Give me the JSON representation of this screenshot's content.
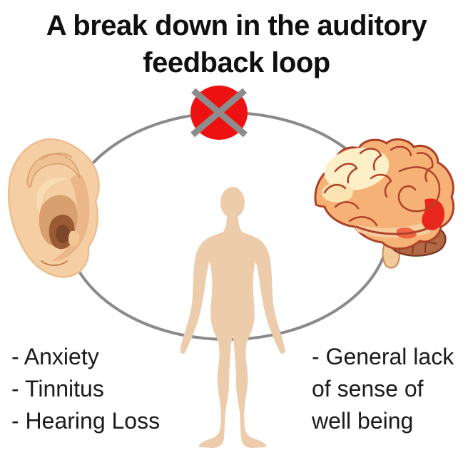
{
  "title": {
    "line1": "A break down in the auditory",
    "line2": "feedback loop"
  },
  "left_list": {
    "items": [
      "- Anxiety",
      "- Tinnitus",
      "- Hearing Loss"
    ]
  },
  "right_text": {
    "lines": [
      "- General lack",
      "of sense of",
      "well being"
    ]
  },
  "icons": {
    "break_symbol": "no-entry-x-icon",
    "ear": "ear-illustration",
    "brain": "brain-illustration",
    "person": "person-silhouette"
  },
  "palette": {
    "break_red": "#ee1111",
    "cross_gray": "#8c8c8c",
    "loop_gray": "#8a8a8a",
    "skin": "#ecccaa",
    "brain_orange": "#f6b177",
    "ear_skin": "#f5cfa3",
    "text_black": "#1b1b1b"
  }
}
